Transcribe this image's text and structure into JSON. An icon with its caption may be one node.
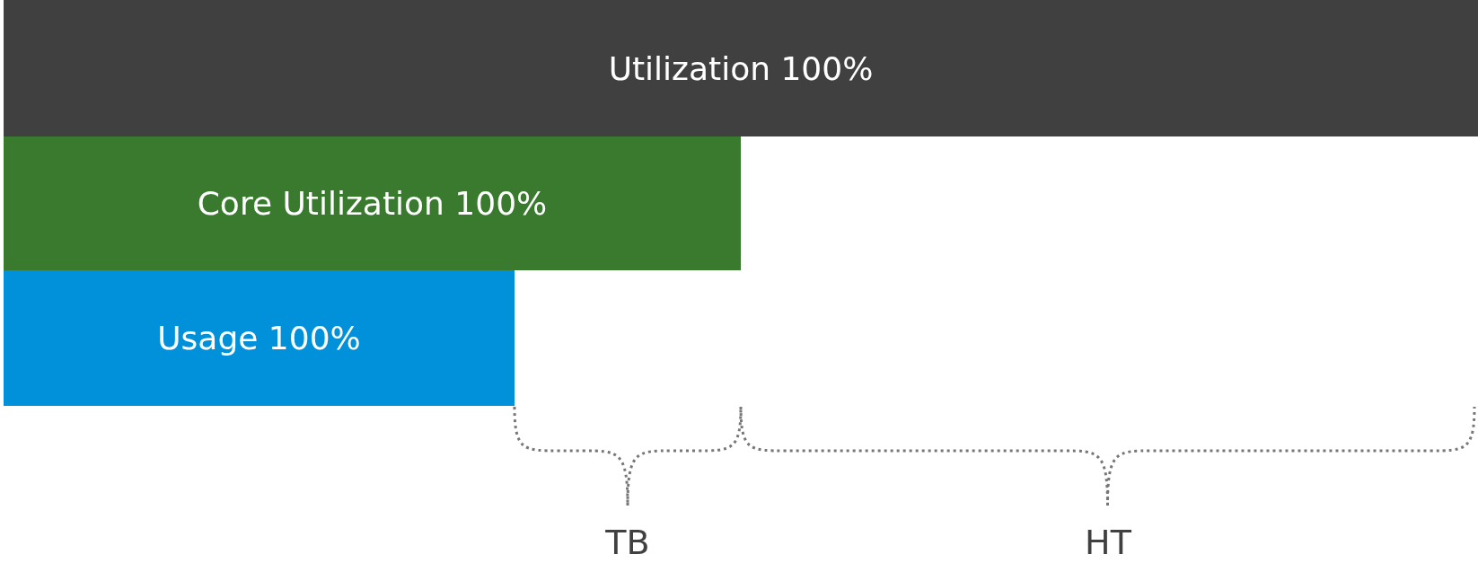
{
  "diagram": {
    "nodes": [
      {
        "text": [
          "Utilization 100%"
        ]
      },
      {
        "text": [
          "Core Utilization 100%"
        ]
      },
      {
        "text": [
          "Usage 100%"
        ]
      }
    ],
    "labels": [
      "TB",
      "HT"
    ]
  }
}
